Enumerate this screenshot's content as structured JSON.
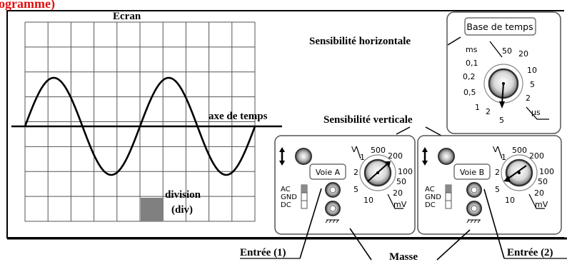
{
  "header": {
    "cut_title": "ogramme)",
    "title_color": "#e01010"
  },
  "screen": {
    "label": "Ecran",
    "time_axis_label": "axe de temps",
    "division_label": "division",
    "division_abbr": "(div)",
    "division_color": "#808080",
    "grid_columns": 10,
    "grid_rows": 8
  },
  "timebase": {
    "button_label": "Base de temps",
    "title": "Sensibilité horizontale",
    "unit_ms": "ms",
    "unit_us": "µs",
    "left_scale": [
      "0,1",
      "0,2",
      "0,5",
      "1"
    ],
    "right_scale": [
      "50",
      "20",
      "10",
      "5",
      "2"
    ],
    "bottom_scale": [
      "2",
      "5"
    ]
  },
  "vertical_title": "Sensibilité verticale",
  "channels": [
    {
      "voie_label": "Voie A",
      "unit_v": "V",
      "unit_mv": "mV",
      "left_scale": [
        "1",
        "2",
        "5",
        "10"
      ],
      "right_scale": [
        "500",
        "200",
        "100",
        "50",
        "20"
      ],
      "coupling": [
        "AC",
        "GND",
        "DC"
      ],
      "input_label": "Entrée (1)"
    },
    {
      "voie_label": "Voie B",
      "unit_v": "V",
      "unit_mv": "mV",
      "left_scale": [
        "1",
        "2",
        "5",
        "10"
      ],
      "right_scale": [
        "500",
        "200",
        "100",
        "50",
        "20"
      ],
      "coupling": [
        "AC",
        "GND",
        "DC"
      ],
      "input_label": "Entrée (2)"
    }
  ],
  "ground_label": "Masse"
}
